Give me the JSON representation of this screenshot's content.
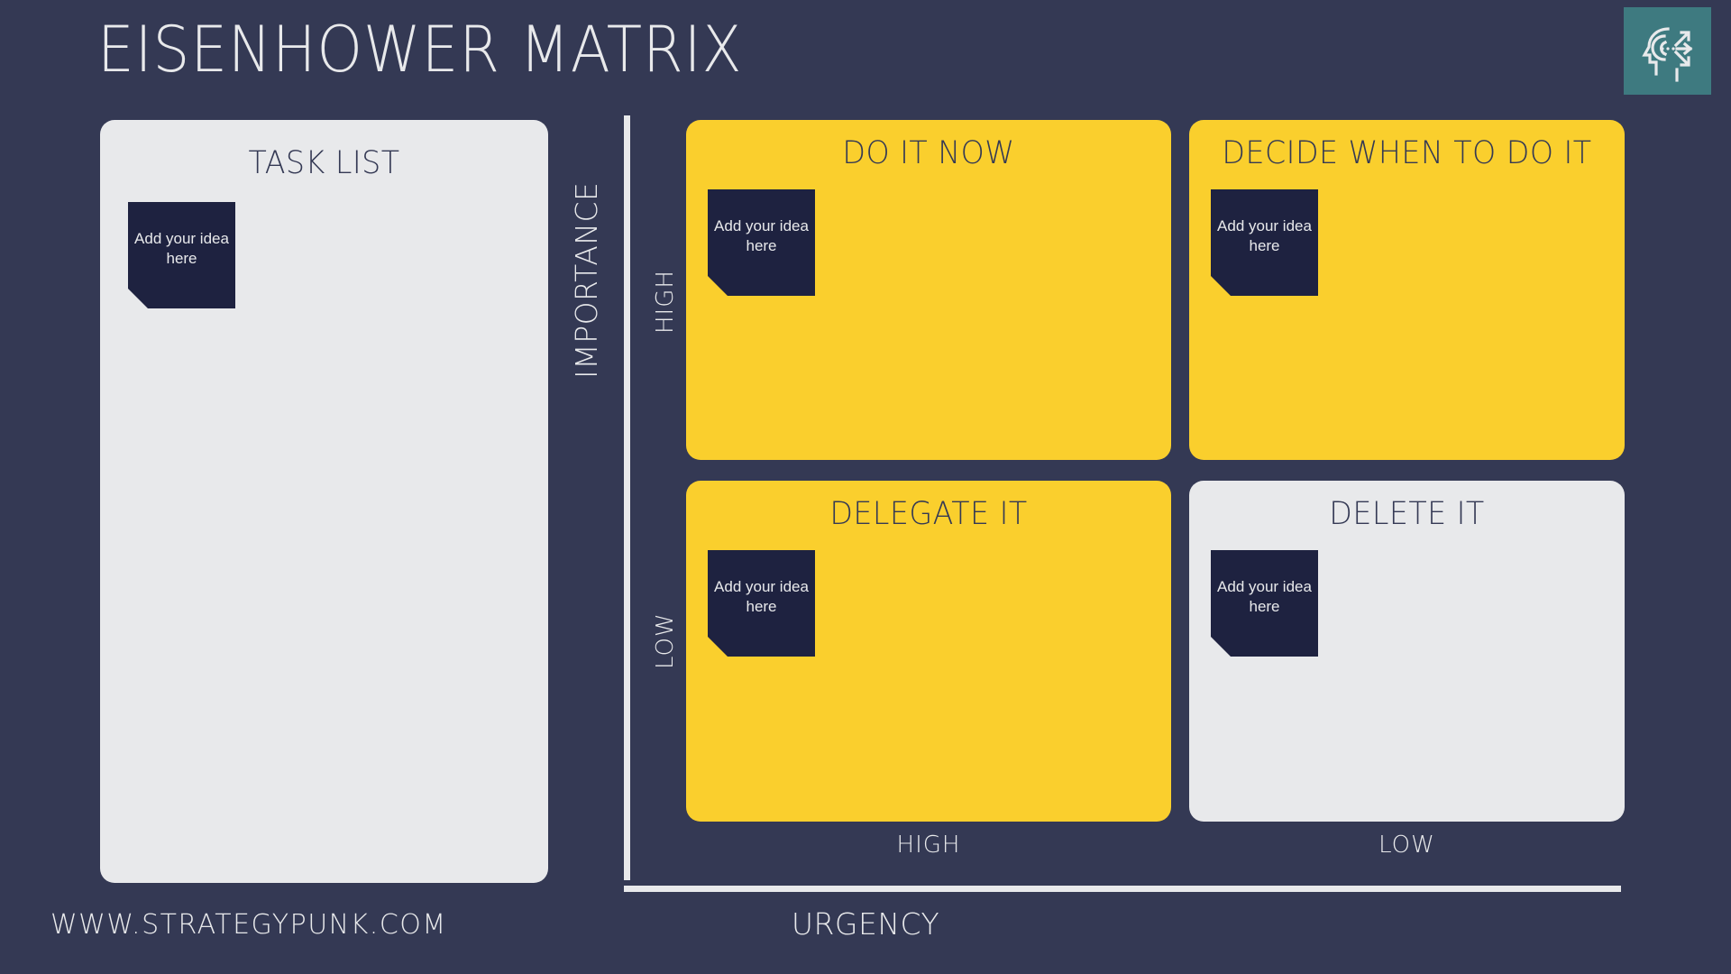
{
  "header": {
    "title": "EISENHOWER MATRIX",
    "logo_icon": "head-strategy-arrows-icon",
    "logo_color": "#3E7A80"
  },
  "task_list": {
    "title": "TASK LIST",
    "notes": [
      {
        "text": "Add your idea here"
      }
    ]
  },
  "axes": {
    "y_title": "IMPORTANCE",
    "x_title": "URGENCY",
    "y_ticks": [
      "HIGH",
      "LOW"
    ],
    "x_ticks": [
      "HIGH",
      "LOW"
    ]
  },
  "quadrants": [
    {
      "key": "do_it_now",
      "title": "DO IT NOW",
      "color": "#FACF2D",
      "urgency": "HIGH",
      "importance": "HIGH",
      "notes": [
        {
          "text": "Add your idea here"
        }
      ]
    },
    {
      "key": "decide_when_to_do_it",
      "title": "DECIDE WHEN TO DO IT",
      "color": "#FACF2D",
      "urgency": "LOW",
      "importance": "HIGH",
      "notes": [
        {
          "text": "Add your idea here"
        }
      ]
    },
    {
      "key": "delegate_it",
      "title": "DELEGATE IT",
      "color": "#FACF2D",
      "urgency": "HIGH",
      "importance": "LOW",
      "notes": [
        {
          "text": "Add your idea here"
        }
      ]
    },
    {
      "key": "delete_it",
      "title": "DELETE IT",
      "color": "#E8E9EB",
      "urgency": "LOW",
      "importance": "LOW",
      "notes": [
        {
          "text": "Add your idea here"
        }
      ]
    }
  ],
  "footer": {
    "url": "WWW.STRATEGYPUNK.COM"
  },
  "theme": {
    "background": "#343954",
    "accent_yellow": "#FACF2D",
    "light_gray": "#E8E9EB",
    "note_navy": "#1E2240",
    "teal": "#3E7A80"
  }
}
